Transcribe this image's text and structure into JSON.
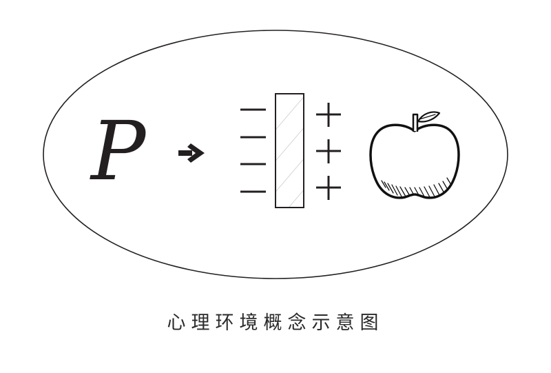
{
  "diagram": {
    "caption": "心理环境概念示意图",
    "person_symbol": "P",
    "icons": {
      "arrow": "arrow-right-icon",
      "barrier": "barrier-icon",
      "negative_signs": [
        "minus",
        "minus",
        "minus",
        "minus"
      ],
      "positive_signs": [
        "plus",
        "plus",
        "plus"
      ],
      "goal_object": "apple-icon"
    },
    "colors": {
      "stroke": "#231f20",
      "background": "#ffffff",
      "hatch": "#cfcfcf"
    }
  }
}
